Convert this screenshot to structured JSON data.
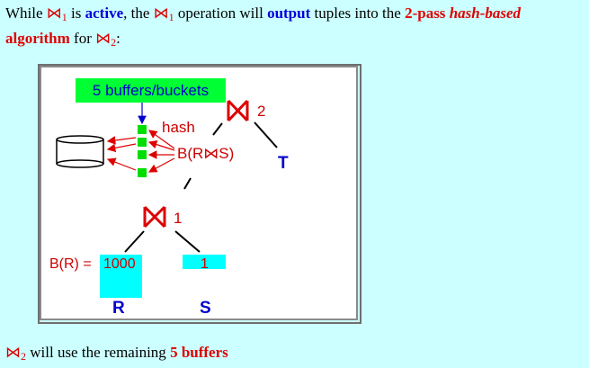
{
  "text": {
    "line1": {
      "while": "While",
      "j1_sub": "1",
      "is": "is",
      "active": "active",
      "comma_the": ", the",
      "j1b_sub": "1",
      "operation_will": "operation will",
      "output": "output",
      "tuples_into": "tuples into the",
      "two_pass": "2-pass",
      "hash_based": "hash-based"
    },
    "line2": {
      "algorithm": "algorithm",
      "for": "for",
      "j2_sub": "2",
      "colon": ":"
    },
    "bottom": {
      "j2_sub": "2",
      "will_use": "will use the remaining",
      "five_buffers": "5 buffers"
    }
  },
  "diagram": {
    "buffers_label": "5 buffers/buckets",
    "hash_label": "hash",
    "b_r_join_s": "B(R⋈S)",
    "join2_num": "2",
    "join1_num": "1",
    "t_label": "T",
    "br_label": "B(R) =",
    "br_value": "1000",
    "s_value": "1",
    "r_label": "R",
    "s_label": "S"
  },
  "colors": {
    "background": "#ccffff",
    "red": "#e00000",
    "blue": "#0000dd",
    "green": "#00ff33",
    "cyan": "#00ffff"
  }
}
